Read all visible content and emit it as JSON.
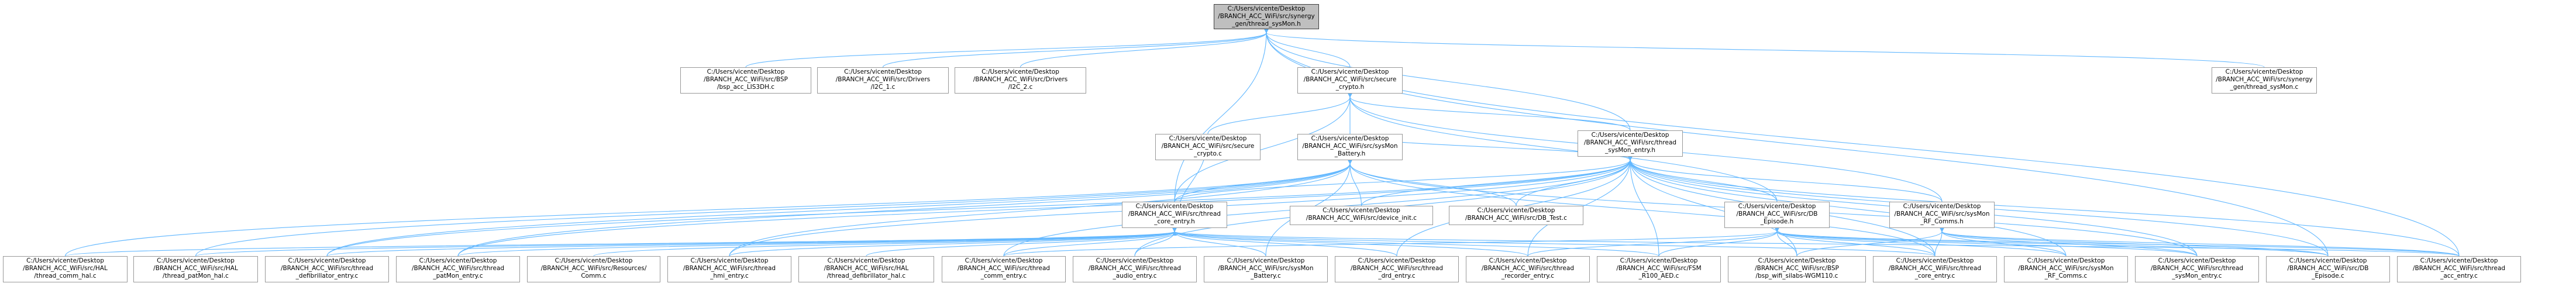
{
  "colors": {
    "edge": "#63b8ff",
    "node_border": "#999999",
    "root_fill": "#bfbfbf"
  },
  "nodes": {
    "root": [
      "C:/Users/vicente/Desktop",
      "/BRANCH_ACC_WiFi/src/synergy",
      "_gen/thread_sysMon.h"
    ],
    "bsp": [
      "C:/Users/vicente/Desktop",
      "/BRANCH_ACC_WiFi/src/BSP",
      "/bsp_acc_LIS3DH.c"
    ],
    "i2c1": [
      "C:/Users/vicente/Desktop",
      "/BRANCH_ACC_WiFi/src/Drivers",
      "/I2C_1.c"
    ],
    "i2c2": [
      "C:/Users/vicente/Desktop",
      "/BRANCH_ACC_WiFi/src/Drivers",
      "/I2C_2.c"
    ],
    "sech": [
      "C:/Users/vicente/Desktop",
      "/BRANCH_ACC_WiFi/src/secure",
      "_crypto.h"
    ],
    "gensys": [
      "C:/Users/vicente/Desktop",
      "/BRANCH_ACC_WiFi/src/synergy",
      "_gen/thread_sysMon.c"
    ],
    "secc": [
      "C:/Users/vicente/Desktop",
      "/BRANCH_ACC_WiFi/src/secure",
      "_crypto.c"
    ],
    "sysbat": [
      "C:/Users/vicente/Desktop",
      "/BRANCH_ACC_WiFi/src/sysMon",
      "_Battery.h"
    ],
    "sysent": [
      "C:/Users/vicente/Desktop",
      "/BRANCH_ACC_WiFi/src/thread",
      "_sysMon_entry.h"
    ],
    "sysrf": [
      "C:/Users/vicente/Desktop",
      "/BRANCH_ACC_WiFi/src/sysMon",
      "_RF_Comms.h"
    ],
    "devini": [
      "C:/Users/vicente/Desktop",
      "/BRANCH_ACC_WiFi/src/device_init.c"
    ],
    "dbtest": [
      "C:/Users/vicente/Desktop",
      "/BRANCH_ACC_WiFi/src/DB_Test.c"
    ],
    "coreh": [
      "C:/Users/vicente/Desktop",
      "/BRANCH_ACC_WiFi/src/thread",
      "_core_entry.h"
    ],
    "dbep": [
      "C:/Users/vicente/Desktop",
      "/BRANCH_ACC_WiFi/src/DB",
      "_Episode.h"
    ],
    "commhal": [
      "C:/Users/vicente/Desktop",
      "/BRANCH_ACC_WiFi/src/HAL",
      "/thread_comm_hal.c"
    ],
    "patmhal": [
      "C:/Users/vicente/Desktop",
      "/BRANCH_ACC_WiFi/src/HAL",
      "/thread_patMon_hal.c"
    ],
    "defent": [
      "C:/Users/vicente/Desktop",
      "/BRANCH_ACC_WiFi/src/thread",
      "_defibrillator_entry.c"
    ],
    "patent": [
      "C:/Users/vicente/Desktop",
      "/BRANCH_ACC_WiFi/src/thread",
      "_patMon_entry.c"
    ],
    "comin": [
      "C:/Users/vicente/Desktop",
      "/BRANCH_ACC_WiFi/src/Resources/",
      "Comm.c"
    ],
    "hmient": [
      "C:/Users/vicente/Desktop",
      "/BRANCH_ACC_WiFi/src/thread",
      "_hmi_entry.c"
    ],
    "defhal": [
      "C:/Users/vicente/Desktop",
      "/BRANCH_ACC_WiFi/src/HAL",
      "/thread_defibrillator_hal.c"
    ],
    "comment": [
      "C:/Users/vicente/Desktop",
      "/BRANCH_ACC_WiFi/src/thread",
      "_comm_entry.c"
    ],
    "audent": [
      "C:/Users/vicente/Desktop",
      "/BRANCH_ACC_WiFi/src/thread",
      "_audio_entry.c"
    ],
    "sysbatc": [
      "C:/Users/vicente/Desktop",
      "/BRANCH_ACC_WiFi/src/sysMon",
      "_Battery.c"
    ],
    "drdent": [
      "C:/Users/vicente/Desktop",
      "/BRANCH_ACC_WiFi/src/thread",
      "_drd_entry.c"
    ],
    "recent": [
      "C:/Users/vicente/Desktop",
      "/BRANCH_ACC_WiFi/src/thread",
      "_recorder_entry.c"
    ],
    "fsm": [
      "C:/Users/vicente/Desktop",
      "/BRANCH_ACC_WiFi/src/FSM",
      "_R100_AED.c"
    ],
    "wgm": [
      "C:/Users/vicente/Desktop",
      "/BRANCH_ACC_WiFi/src/BSP",
      "/bsp_wifi_silabs-WGM110.c"
    ],
    "coreent": [
      "C:/Users/vicente/Desktop",
      "/BRANCH_ACC_WiFi/src/thread",
      "_core_entry.c"
    ],
    "rfc": [
      "C:/Users/vicente/Desktop",
      "/BRANCH_ACC_WiFi/src/sysMon",
      "_RF_Comms.c"
    ],
    "sysentc": [
      "C:/Users/vicente/Desktop",
      "/BRANCH_ACC_WiFi/src/thread",
      "_sysMon_entry.c"
    ],
    "dbepc": [
      "C:/Users/vicente/Desktop",
      "/BRANCH_ACC_WiFi/src/DB",
      "_Episode.c"
    ],
    "accent": [
      "C:/Users/vicente/Desktop",
      "/BRANCH_ACC_WiFi/src/thread",
      "_acc_entry.c"
    ]
  }
}
